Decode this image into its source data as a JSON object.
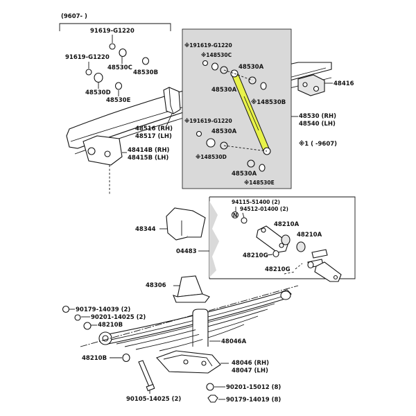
{
  "labels": {
    "date_top": "(9607-      )",
    "p91619_a": "91619-G1220",
    "p91619_b": "91619-G1220",
    "p48530c": "48530C",
    "p48530b": "48530B",
    "p48530d": "48530D",
    "p48530e": "48530E",
    "b_91619_a": "※191619-G1220",
    "b_48530c": "※148530C",
    "b_48530a_1": "48530A",
    "b_48530a_2": "48530A",
    "b_48530b": "※148530B",
    "b_91619_b": "※191619-G1220",
    "b_48530a_3": "48530A",
    "b_48530d": "※148530D",
    "b_48530a_4": "48530A",
    "b_48530e": "※148530E",
    "p48416": "48416",
    "p48530": "48530 (RH)",
    "p48540": "48540 (LH)",
    "note1": "※1 (      -9607)",
    "p48516": "48516 (RH)",
    "p48517": "48517 (LH)",
    "p48414b": "48414B (RH)",
    "p48415b": "48415B (LH)",
    "p94115": "94115-51400 (2)",
    "p94512": "94512-01400 (2)",
    "p48210a_1": "48210A",
    "p48210a_2": "48210A",
    "p48210g_1": "48210G",
    "p48210g_2": "48210G",
    "p48344": "48344",
    "p04483": "04483",
    "p48306": "48306",
    "p90179_a": "90179-14039 (2)",
    "p90201_a": "90201-14025 (2)",
    "p48210b_1": "48210B",
    "p48046a": "48046A",
    "p48210b_2": "48210B",
    "p48046": "48046 (RH)",
    "p48047": "48047 (LH)",
    "p90105": "90105-14025 (2)",
    "p90201_b": "90201-15012 (8)",
    "p90179_b": "90179-14019 (8)"
  },
  "colors": {
    "shock_highlight": "#e8f24a",
    "panel_gray": "#d9d9d9",
    "line": "#111111"
  },
  "icons": {
    "n_marker": "N"
  }
}
